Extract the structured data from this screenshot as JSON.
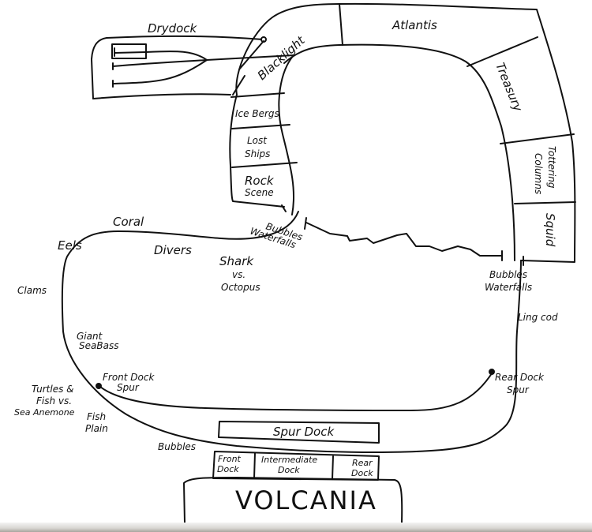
{
  "diagram": {
    "type": "hand-drawn ride track map",
    "colors": {
      "ink": "#111111",
      "paper": "#ffffff"
    },
    "labels": {
      "drydock": "Drydock",
      "blacklight": "Blacklight",
      "atlantis": "Atlantis",
      "treasury": "Treasury",
      "tottering_columns_1": "Tottering",
      "tottering_columns_2": "Columns",
      "squid": "Squid",
      "icebergs": "Ice Bergs",
      "lost_ships_1": "Lost",
      "lost_ships_2": "Ships",
      "rock_scene_1": "Rock",
      "rock_scene_2": "Scene",
      "bubbles_waterfalls_left_1": "Bubbles",
      "bubbles_waterfalls_left_2": "Waterfalls",
      "bubbles_waterfalls_right_1": "Bubbles",
      "bubbles_waterfalls_right_2": "Waterfalls",
      "coral": "Coral",
      "eels": "Eels",
      "divers": "Divers",
      "clams": "Clams",
      "shark_octopus_1": "Shark",
      "shark_octopus_2": "vs.",
      "shark_octopus_3": "Octopus",
      "ling_cod": "Ling cod",
      "giant_sea_bass_1": "Giant",
      "giant_sea_bass_2": "SeaBass",
      "front_dock_spur_1": "Front Dock",
      "front_dock_spur_2": "Spur",
      "rear_dock_spur_1": "Rear Dock",
      "rear_dock_spur_2": "Spur",
      "turtles_1": "Turtles &",
      "turtles_2": "Fish vs.",
      "turtles_3": "Sea Anemone",
      "fish_plain_1": "Fish",
      "fish_plain_2": "Plain",
      "bubbles_bottom": "Bubbles",
      "spur_dock": "Spur Dock",
      "front_dock_1": "Front",
      "front_dock_2": "Dock",
      "intermediate_dock_1": "Intermediate",
      "intermediate_dock_2": "Dock",
      "rear_dock_1": "Rear",
      "rear_dock_2": "Dock",
      "volcania": "VOLCANIA"
    }
  }
}
